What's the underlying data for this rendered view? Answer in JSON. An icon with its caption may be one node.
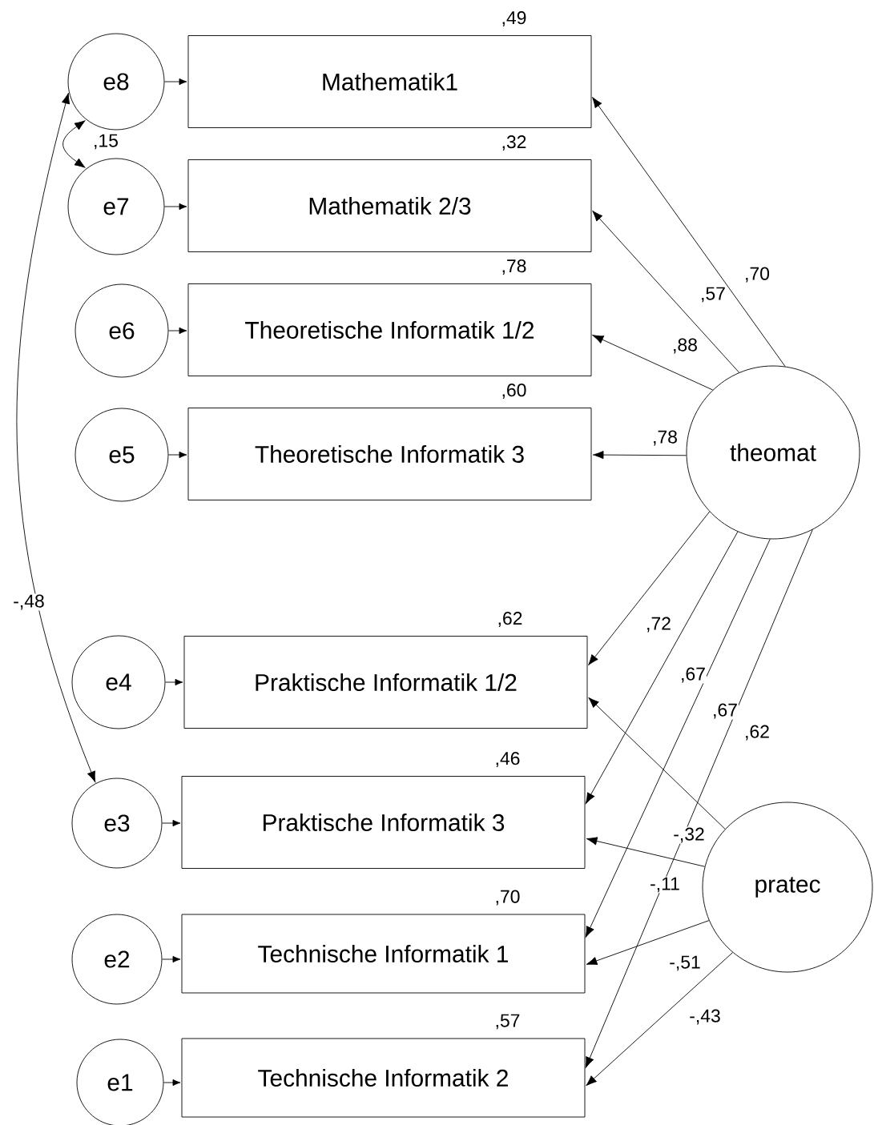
{
  "diagram": {
    "nodes": [
      {
        "text": [
          "e8"
        ]
      },
      {
        "text": [
          "Mathematik1"
        ],
        "beside": [
          ",49"
        ]
      },
      {
        "text": [
          "e7"
        ]
      },
      {
        "text": [
          "Mathematik 2/3"
        ],
        "beside": [
          ",32"
        ]
      },
      {
        "text": [
          "e6"
        ]
      },
      {
        "text": [
          "Theoretische Informatik 1/2"
        ],
        "beside": [
          ",78"
        ]
      },
      {
        "text": [
          "e5"
        ]
      },
      {
        "text": [
          "Theoretische Informatik 3"
        ],
        "beside": [
          ",60"
        ]
      },
      {
        "text": [
          "e4"
        ]
      },
      {
        "text": [
          "Praktische Informatik 1/2"
        ],
        "beside": [
          ",62"
        ]
      },
      {
        "text": [
          "e3"
        ]
      },
      {
        "text": [
          "Praktische Informatik 3"
        ],
        "beside": [
          ",46"
        ]
      },
      {
        "text": [
          "e2"
        ]
      },
      {
        "text": [
          "Technische Informatik 1"
        ],
        "beside": [
          ",70"
        ]
      },
      {
        "text": [
          "e1"
        ]
      },
      {
        "text": [
          "Technische Informatik 2"
        ],
        "beside": [
          ",57"
        ]
      },
      {
        "text": [
          "theomat"
        ]
      },
      {
        "text": [
          "pratec"
        ]
      }
    ],
    "edges": [
      {
        "from": 0,
        "to": 1,
        "arrow": "to"
      },
      {
        "from": 2,
        "to": 3,
        "arrow": "to"
      },
      {
        "from": 4,
        "to": 5,
        "arrow": "to"
      },
      {
        "from": 6,
        "to": 7,
        "arrow": "to"
      },
      {
        "from": 8,
        "to": 9,
        "arrow": "to"
      },
      {
        "from": 10,
        "to": 11,
        "arrow": "to"
      },
      {
        "from": 12,
        "to": 13,
        "arrow": "to"
      },
      {
        "from": 14,
        "to": 15,
        "arrow": "to"
      },
      {
        "from": 0,
        "to": 2,
        "arrow": "both",
        "label": ",15"
      },
      {
        "from": 0,
        "to": 10,
        "arrow": "both",
        "label": "-,48"
      },
      {
        "from": 16,
        "to": 1,
        "arrow": "to",
        "label": ",70"
      },
      {
        "from": 16,
        "to": 3,
        "arrow": "to",
        "label": ",57"
      },
      {
        "from": 16,
        "to": 5,
        "arrow": "to",
        "label": ",88"
      },
      {
        "from": 16,
        "to": 7,
        "arrow": "to",
        "label": ",78"
      },
      {
        "from": 16,
        "to": 9,
        "arrow": "to",
        "label": ",72"
      },
      {
        "from": 16,
        "to": 11,
        "arrow": "to",
        "label": ",67"
      },
      {
        "from": 16,
        "to": 13,
        "arrow": "to",
        "label": ",67"
      },
      {
        "from": 16,
        "to": 15,
        "arrow": "to",
        "label": ",62"
      },
      {
        "from": 17,
        "to": 9,
        "arrow": "to",
        "label": "-,32"
      },
      {
        "from": 17,
        "to": 11,
        "arrow": "to",
        "label": "-,11"
      },
      {
        "from": 17,
        "to": 13,
        "arrow": "to",
        "label": "-,51"
      },
      {
        "from": 17,
        "to": 15,
        "arrow": "to",
        "label": "-,43"
      }
    ]
  }
}
